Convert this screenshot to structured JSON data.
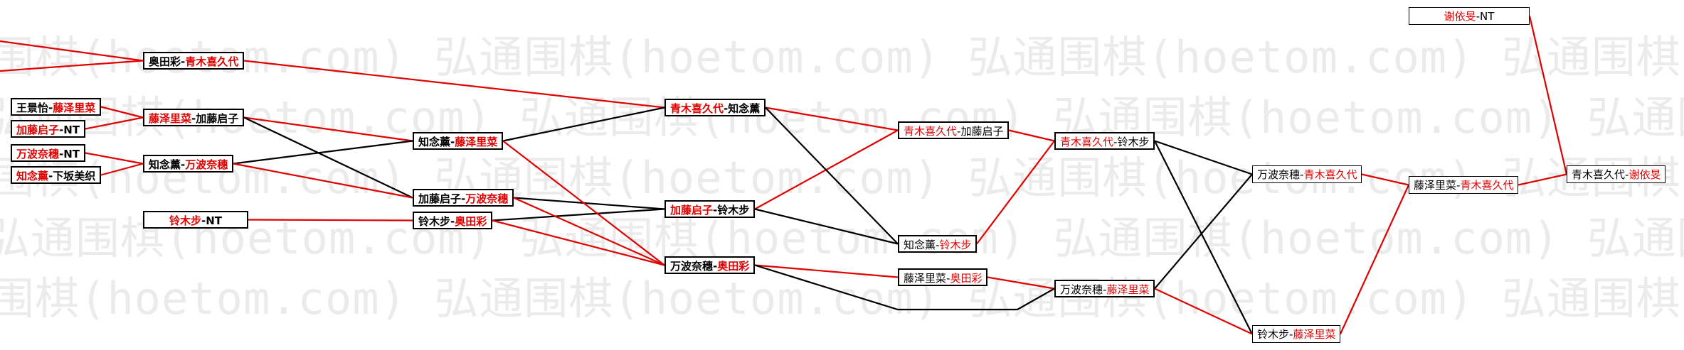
{
  "watermark": {
    "text": "弘通围棋(hoetom.com) 弘通围棋(hoetom.com) 弘通围棋(hoetom.com) 弘通围棋(hoetom.com) 弘通围棋(hoetom.com) 弘通围棋(hoetom.com)"
  },
  "colors": {
    "win": "#e00000",
    "loss": "#000000"
  },
  "matches": [
    {
      "id": "m1",
      "p1": "王景怡",
      "p2": "藤泽里菜",
      "winner": 2
    },
    {
      "id": "m2",
      "p1": "加藤启子",
      "p2": "NT",
      "winner": 1
    },
    {
      "id": "m3",
      "p1": "万波奈穗",
      "p2": "NT",
      "winner": 1
    },
    {
      "id": "m4",
      "p1": "知念薰",
      "p2": "下坂美织",
      "winner": 1
    },
    {
      "id": "m5",
      "p1": "铃木步",
      "p2": "NT",
      "winner": 1
    },
    {
      "id": "m6",
      "p1": "奥田彩",
      "p2": "青木喜久代",
      "winner": 2
    },
    {
      "id": "m7",
      "p1": "藤泽里菜",
      "p2": "加藤启子",
      "winner": 1
    },
    {
      "id": "m8",
      "p1": "知念薰",
      "p2": "万波奈穗",
      "winner": 2
    },
    {
      "id": "m9",
      "p1": "知念薰",
      "p2": "藤泽里菜",
      "winner": 2
    },
    {
      "id": "m10",
      "p1": "加藤启子",
      "p2": "万波奈穗",
      "winner": 2
    },
    {
      "id": "m11",
      "p1": "铃木步",
      "p2": "奥田彩",
      "winner": 2
    },
    {
      "id": "m12",
      "p1": "青木喜久代",
      "p2": "知念薰",
      "winner": 1
    },
    {
      "id": "m13",
      "p1": "加藤启子",
      "p2": "铃木步",
      "winner": 1
    },
    {
      "id": "m14",
      "p1": "万波奈穗",
      "p2": "奥田彩",
      "winner": 2
    },
    {
      "id": "m15",
      "p1": "青木喜久代",
      "p2": "加藤启子",
      "winner": 1
    },
    {
      "id": "m16",
      "p1": "知念薰",
      "p2": "铃木步",
      "winner": 2
    },
    {
      "id": "m17",
      "p1": "藤泽里菜",
      "p2": "奥田彩",
      "winner": 2
    },
    {
      "id": "m18",
      "p1": "青木喜久代",
      "p2": "铃木步",
      "winner": 1
    },
    {
      "id": "m19",
      "p1": "万波奈穗",
      "p2": "藤泽里菜",
      "winner": 2
    },
    {
      "id": "m20",
      "p1": "万波奈穗",
      "p2": "青木喜久代",
      "winner": 2
    },
    {
      "id": "m21",
      "p1": "铃木步",
      "p2": "藤泽里菜",
      "winner": 2
    },
    {
      "id": "m22",
      "p1": "藤泽里菜",
      "p2": "青木喜久代",
      "winner": 2
    },
    {
      "id": "m23",
      "p1": "谢依旻",
      "p2": "NT",
      "winner": 1
    },
    {
      "id": "m24",
      "p1": "青木喜久代",
      "p2": "谢依旻",
      "winner": 2
    }
  ]
}
